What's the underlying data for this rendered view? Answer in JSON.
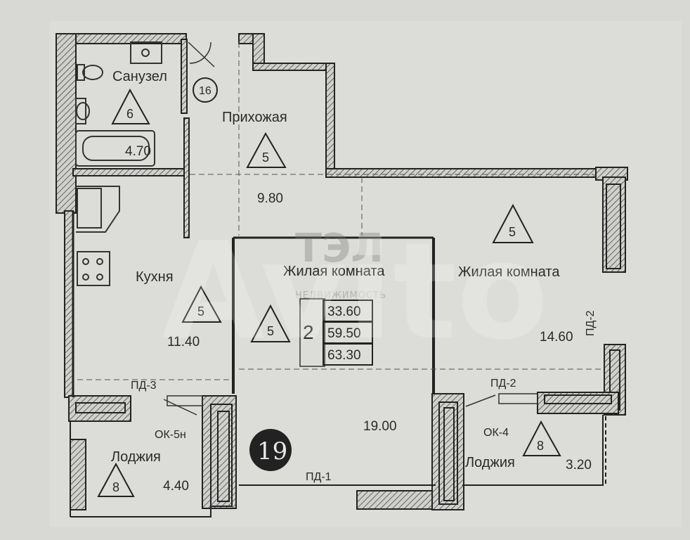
{
  "rooms": {
    "bathroom": {
      "name": "Санузел",
      "area": "4.70",
      "finish": "6"
    },
    "hallway": {
      "name": "Прихожая",
      "area": "9.80",
      "finish": "5"
    },
    "kitchen": {
      "name": "Кухня",
      "area": "11.40",
      "finish": "5"
    },
    "living_center": {
      "name": "Жилая комната",
      "area": "19.00",
      "finish": "5"
    },
    "living_right": {
      "name": "Жилая комната",
      "area": "14.60",
      "finish": "5"
    },
    "loggia_left": {
      "name": "Лоджия",
      "area": "4.40",
      "finish": "8"
    },
    "loggia_right": {
      "name": "Лоджия",
      "area": "3.20",
      "finish": "8"
    }
  },
  "summary": {
    "rooms_count": "2",
    "living_area": "33.60",
    "total_area": "59.50",
    "total_with_loggia": "63.30"
  },
  "apartment_number": "19",
  "circle_marker": "16",
  "openings": {
    "pd1": "ПД-1",
    "pd2_bottom": "ПД-2",
    "pd2_side": "ПД-2",
    "pd3": "ПД-3",
    "ok5n": "ОК-5н",
    "ok4": "ОК-4"
  },
  "watermark": {
    "logo": "ТЭЛ",
    "sub": "НЕДВИЖИМОСТЬ",
    "avito": "Avito"
  }
}
